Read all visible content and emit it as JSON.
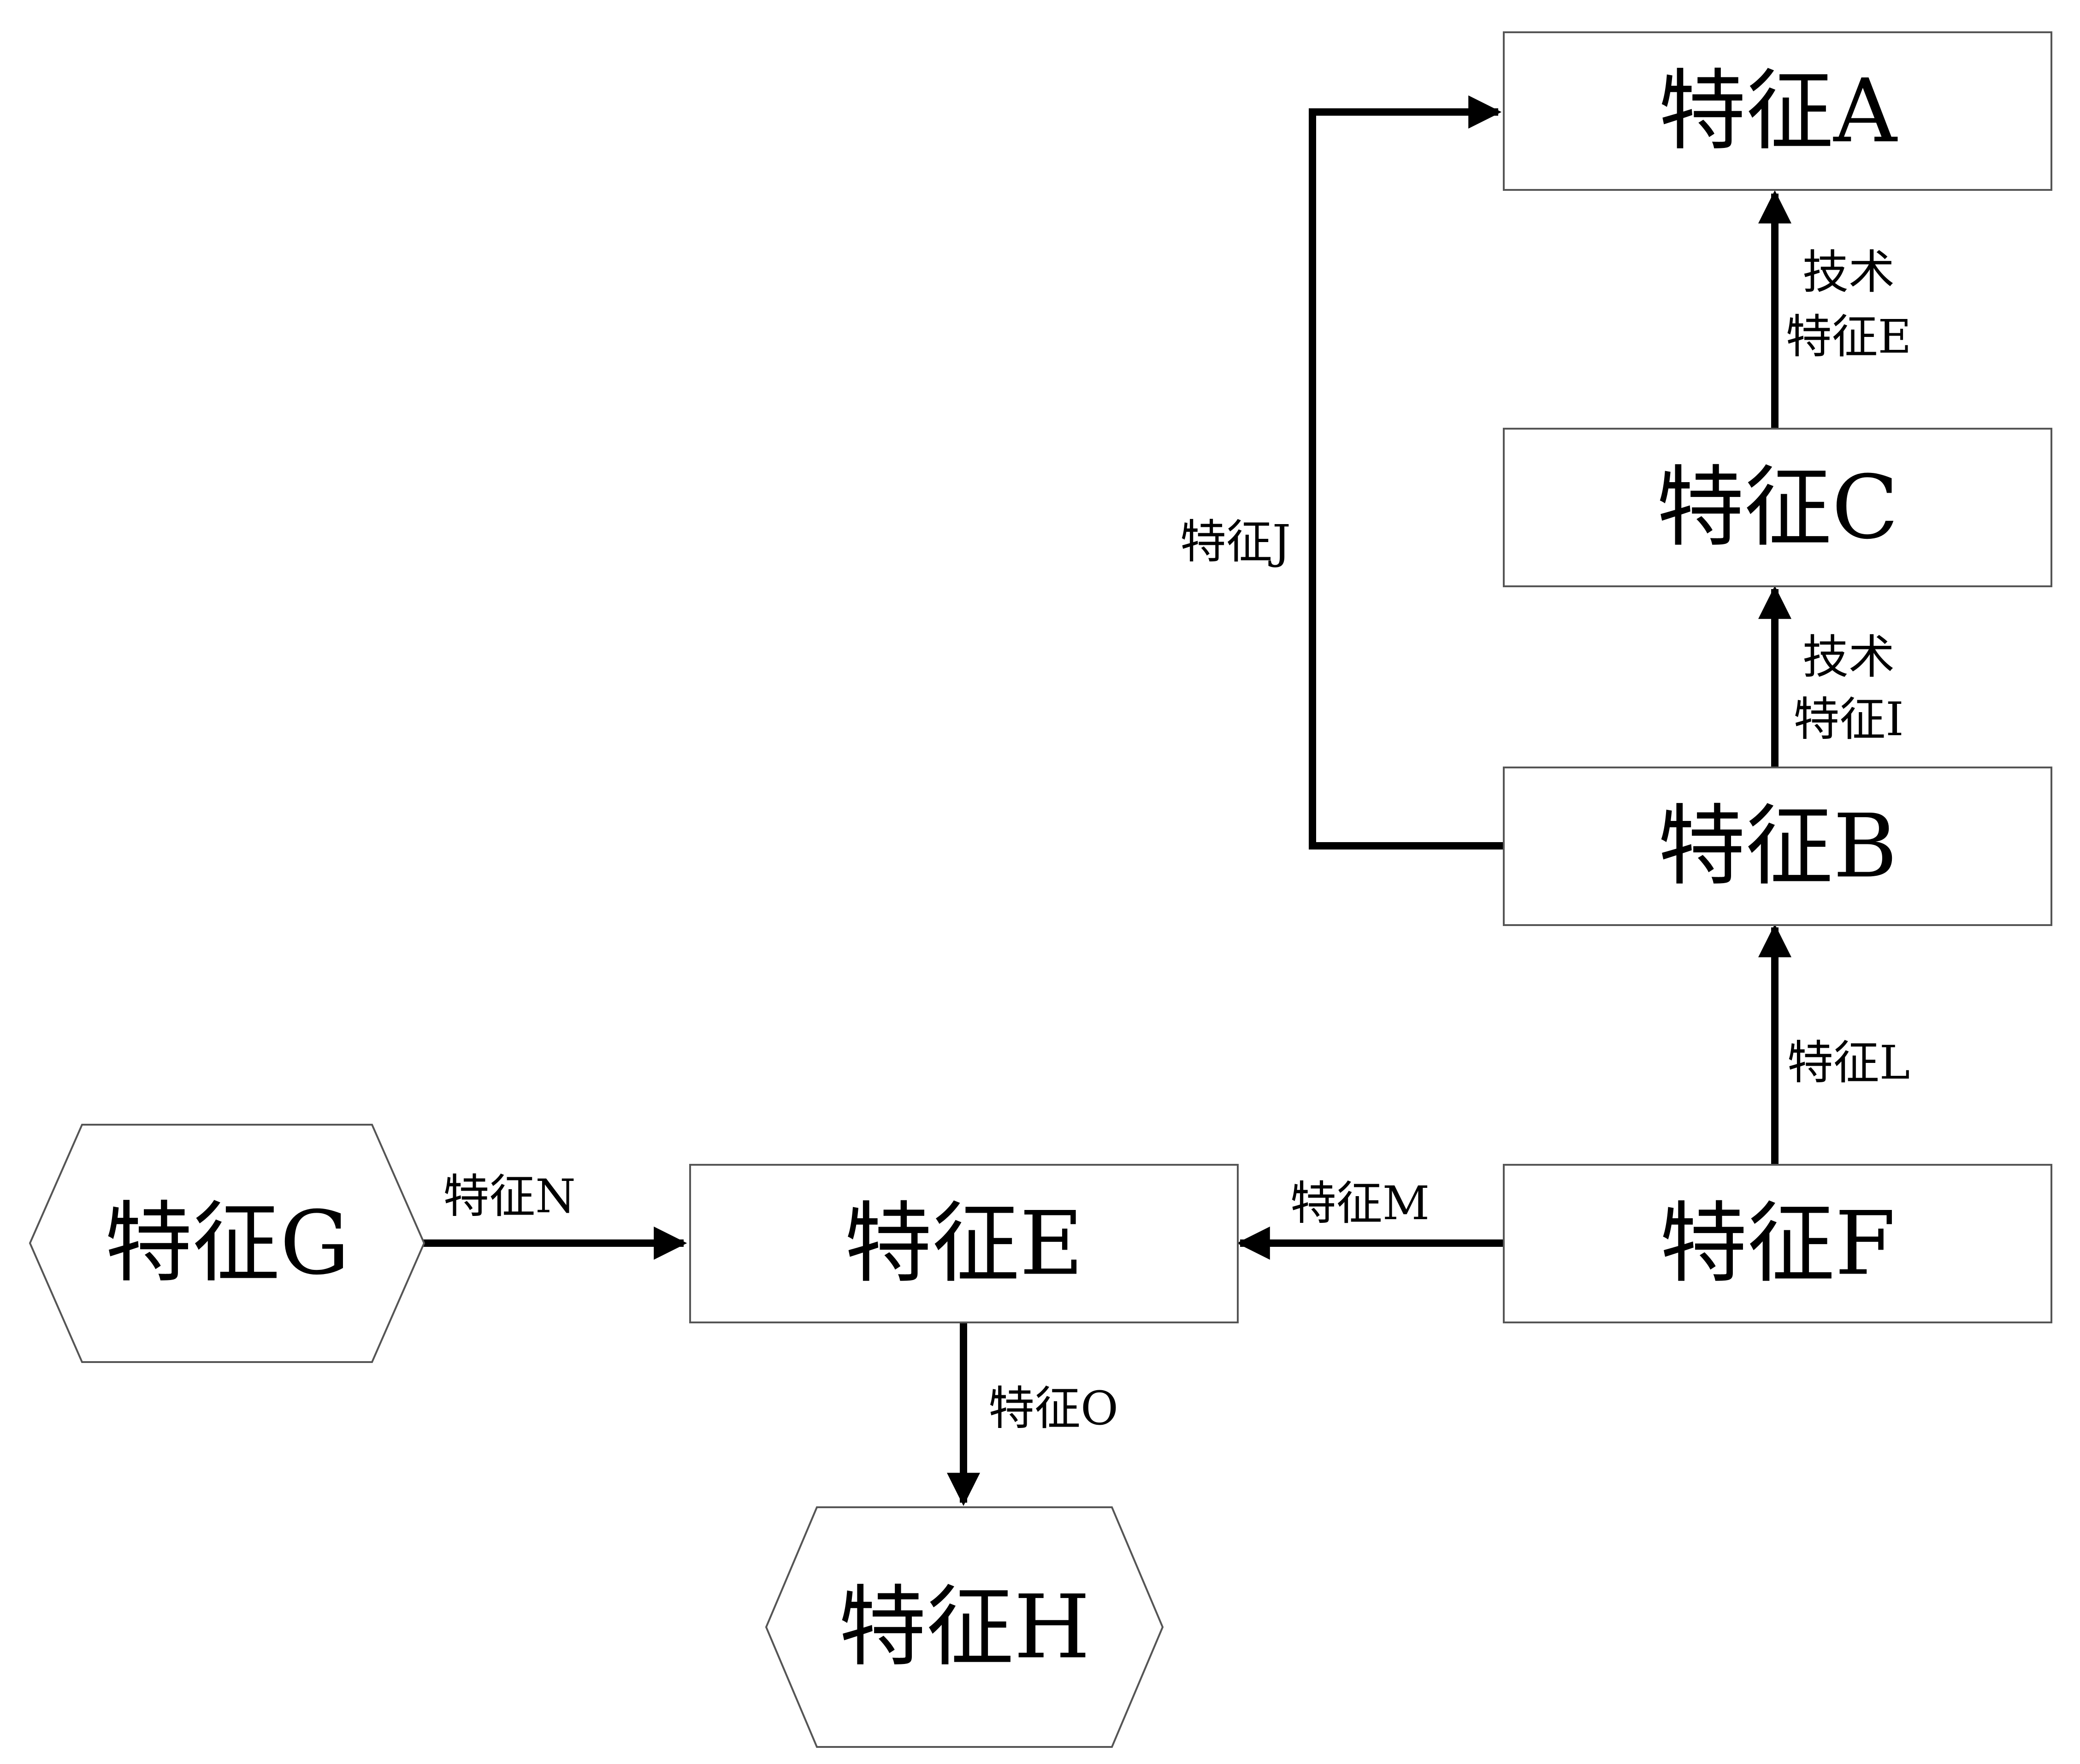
{
  "nodes": {
    "a": {
      "label": "特征A",
      "shape": "rect"
    },
    "c": {
      "label": "特征C",
      "shape": "rect"
    },
    "b": {
      "label": "特征B",
      "shape": "rect"
    },
    "e": {
      "label": "特征E",
      "shape": "rect"
    },
    "f": {
      "label": "特征F",
      "shape": "rect"
    },
    "g": {
      "label": "特征G",
      "shape": "hexagon"
    },
    "h": {
      "label": "特征H",
      "shape": "hexagon"
    }
  },
  "edges": {
    "c_to_a": {
      "from": "特征C",
      "to": "特征A",
      "label_line1": "技术",
      "label_line2": "特征E"
    },
    "b_to_c": {
      "from": "特征B",
      "to": "特征C",
      "label_line1": "技术",
      "label_line2": "特征I"
    },
    "b_to_a": {
      "from": "特征B",
      "to": "特征A",
      "label": "特征J"
    },
    "f_to_b": {
      "from": "特征F",
      "to": "特征B",
      "label": "特征L"
    },
    "f_to_e": {
      "from": "特征F",
      "to": "特征E",
      "label": "特征M"
    },
    "g_to_e": {
      "from": "特征G",
      "to": "特征E",
      "label": "特征N"
    },
    "e_to_h": {
      "from": "特征E",
      "to": "特征H",
      "label": "特征O"
    }
  },
  "colors": {
    "stroke": "#000000",
    "box_border": "#555555",
    "background": "#ffffff"
  }
}
